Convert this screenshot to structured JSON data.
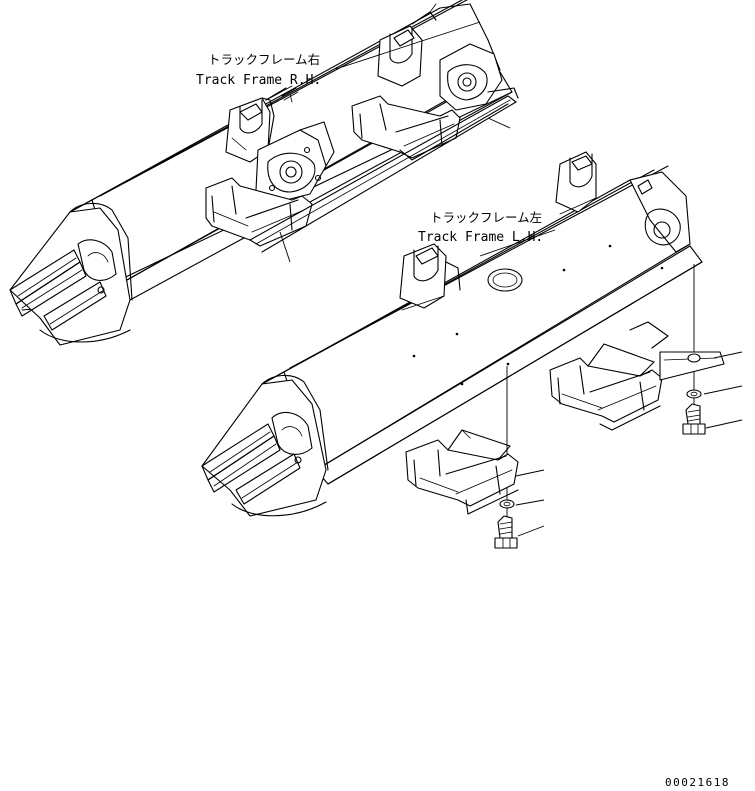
{
  "labels": {
    "rh_jp": "トラックフレーム右",
    "rh_en": "Track Frame R.H.",
    "lh_jp": "トラックフレーム左",
    "lh_en": "Track Frame L.H."
  },
  "doc_number": "00021618"
}
